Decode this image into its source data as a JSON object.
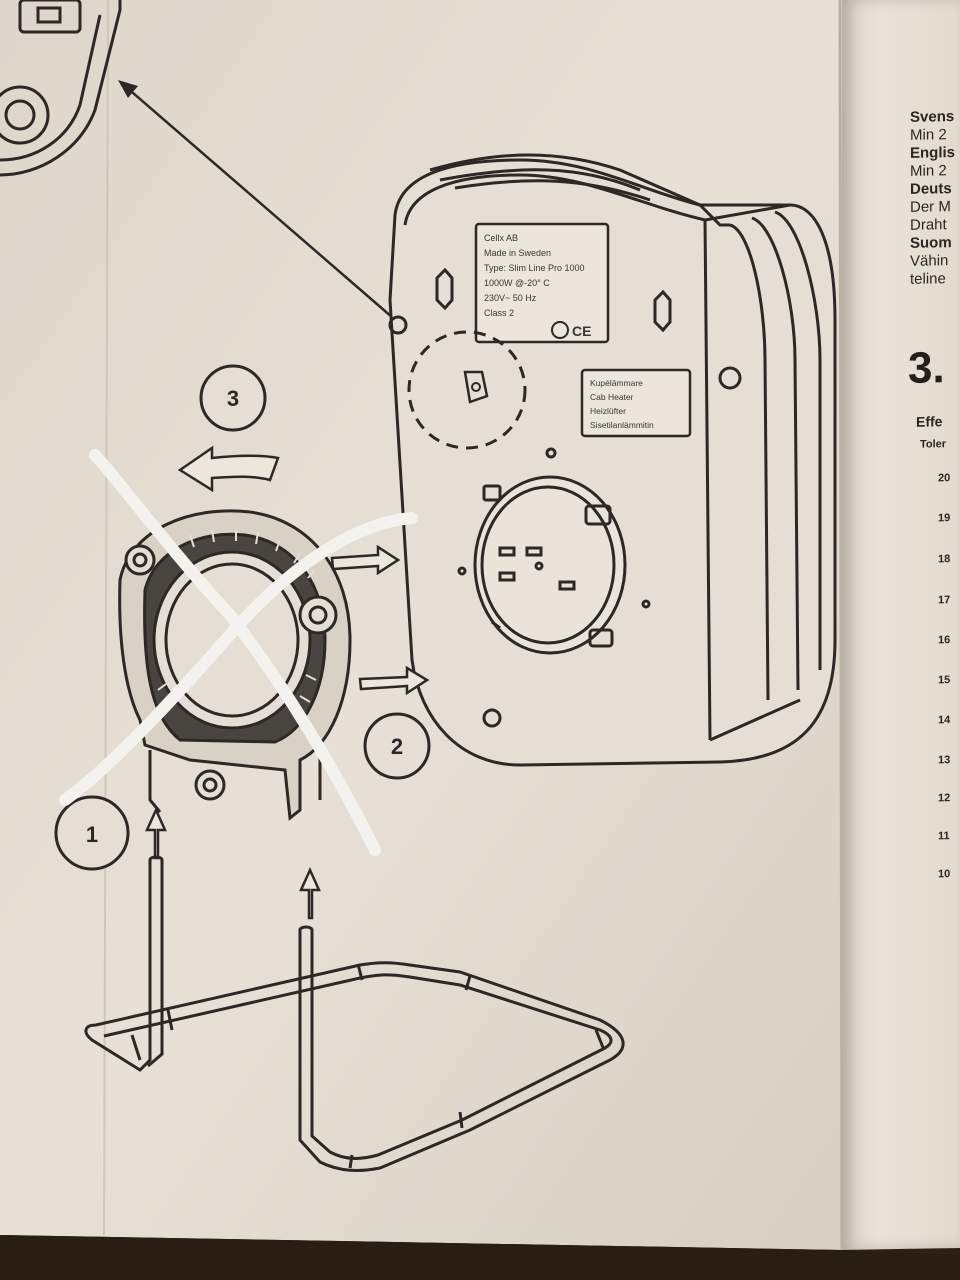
{
  "heater_label": {
    "lines": [
      "Cellx AB",
      "Made in Sweden",
      "Type: Slim Line Pro 1000",
      "1000W @-20° C",
      "230V~ 50 Hz",
      "Class 2"
    ],
    "marks": "CE"
  },
  "product_label": {
    "lines": [
      "Kupélämmare",
      "Cab Heater",
      "Heizlüfter",
      "Sisetilanlämmitin"
    ]
  },
  "steps": {
    "one": "1",
    "two": "2",
    "three": "3"
  },
  "right_page": {
    "lines": [
      {
        "text": "Svens",
        "bold": true
      },
      {
        "text": "Min 2",
        "bold": false
      },
      {
        "text": "Englis",
        "bold": true
      },
      {
        "text": "Min 2",
        "bold": false
      },
      {
        "text": "Deuts",
        "bold": true
      },
      {
        "text": "Der M",
        "bold": false
      },
      {
        "text": "Draht",
        "bold": false
      },
      {
        "text": "Suom",
        "bold": true
      },
      {
        "text": "Vähin",
        "bold": false
      },
      {
        "text": "teline",
        "bold": false
      }
    ],
    "section_heading": "3.",
    "sub_heading_1": "Effe",
    "sub_heading_2": "Toler",
    "row_numbers": [
      "20",
      "19",
      "18",
      "17",
      "16",
      "15",
      "14",
      "13",
      "12",
      "11",
      "10"
    ]
  }
}
